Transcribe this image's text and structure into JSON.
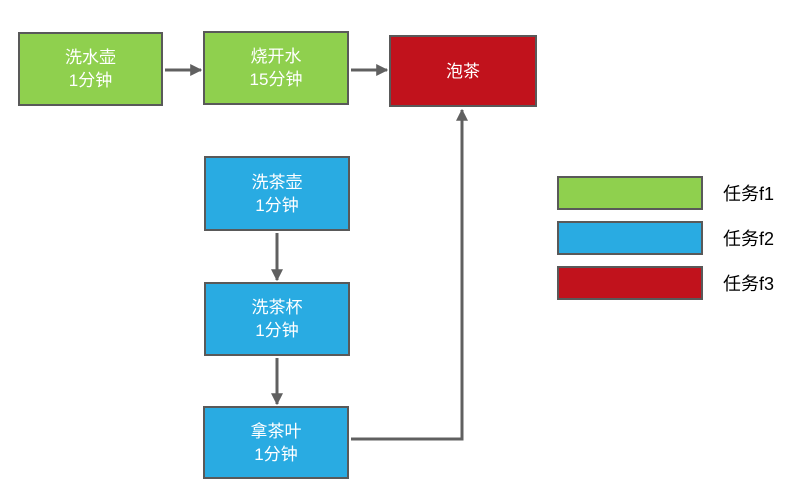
{
  "diagram": {
    "nodes": [
      {
        "id": "wash-kettle",
        "label": "洗水壶",
        "duration": "1分钟",
        "task": "f1"
      },
      {
        "id": "boil-water",
        "label": "烧开水",
        "duration": "15分钟",
        "task": "f1"
      },
      {
        "id": "make-tea",
        "label": "泡茶",
        "task": "f3"
      },
      {
        "id": "wash-teapot",
        "label": "洗茶壶",
        "duration": "1分钟",
        "task": "f2"
      },
      {
        "id": "wash-teacup",
        "label": "洗茶杯",
        "duration": "1分钟",
        "task": "f2"
      },
      {
        "id": "get-tea-leaves",
        "label": "拿茶叶",
        "duration": "1分钟",
        "task": "f2"
      }
    ],
    "edges": [
      {
        "from": "wash-kettle",
        "to": "boil-water"
      },
      {
        "from": "boil-water",
        "to": "make-tea"
      },
      {
        "from": "wash-teapot",
        "to": "wash-teacup"
      },
      {
        "from": "wash-teacup",
        "to": "get-tea-leaves"
      },
      {
        "from": "get-tea-leaves",
        "to": "make-tea"
      }
    ]
  },
  "legend": {
    "items": [
      {
        "id": "f1",
        "label": "任务f1",
        "color": "#8FD04E"
      },
      {
        "id": "f2",
        "label": "任务f2",
        "color": "#29ABE2"
      },
      {
        "id": "f3",
        "label": "任务f3",
        "color": "#C1121C"
      }
    ]
  },
  "colors": {
    "border": "#595959",
    "arrow": "#606060",
    "node_text": "#FFFFFF",
    "legend_text": "#000000",
    "background": "#FFFFFF"
  }
}
